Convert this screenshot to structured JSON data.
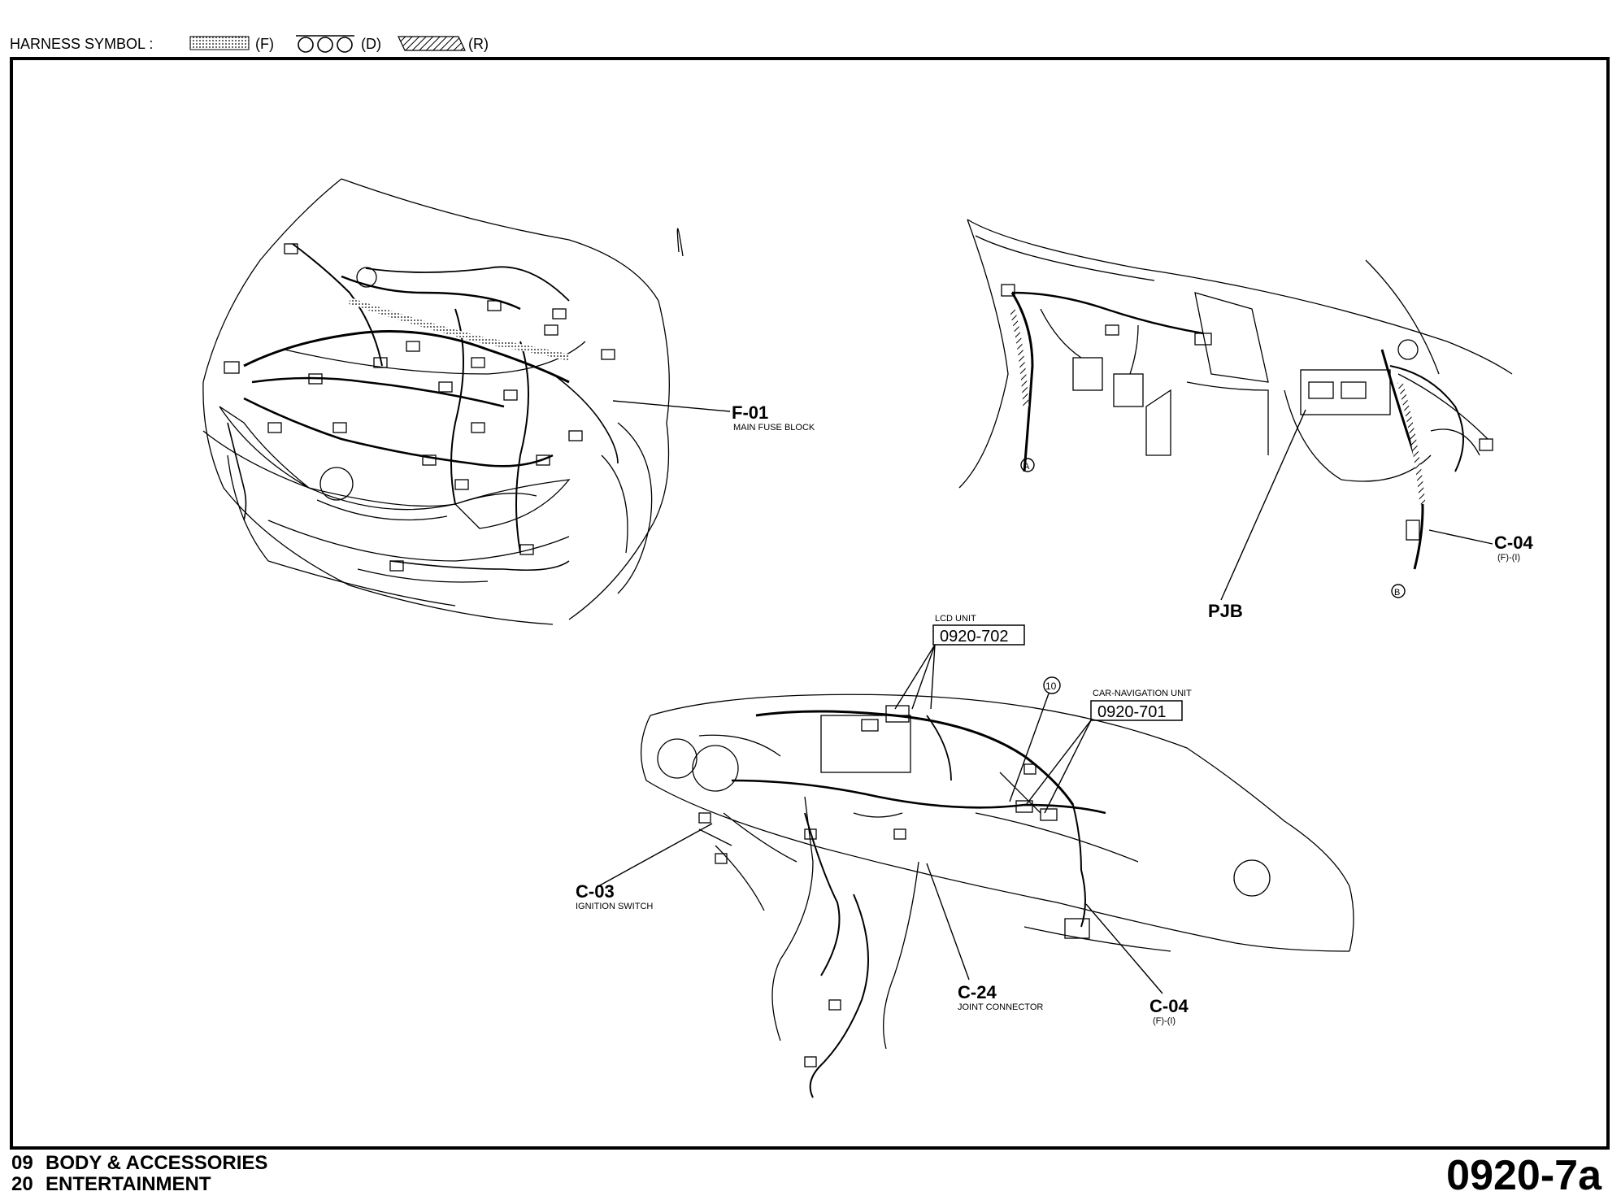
{
  "header": {
    "harness_symbol_label": "HARNESS SYMBOL :",
    "legend": [
      {
        "code": "(F)",
        "pattern": "dotted"
      },
      {
        "code": "(D)",
        "pattern": "circles"
      },
      {
        "code": "(R)",
        "pattern": "hatched"
      }
    ]
  },
  "callouts": {
    "f01": {
      "code": "F-01",
      "desc": "MAIN FUSE BLOCK"
    },
    "pjb": {
      "code": "PJB"
    },
    "c04_top": {
      "code": "C-04",
      "desc": "(F)-(I)"
    },
    "lcd": {
      "desc": "LCD UNIT",
      "ref": "0920-702"
    },
    "nav": {
      "desc": "CAR-NAVIGATION UNIT",
      "ref": "0920-701"
    },
    "c03": {
      "code": "C-03",
      "desc": "IGNITION SWITCH"
    },
    "c24": {
      "code": "C-24",
      "desc": "JOINT CONNECTOR"
    },
    "c04_bottom": {
      "code": "C-04",
      "desc": "(F)-(I)"
    },
    "marker_a": "A",
    "marker_b": "B",
    "marker_10": "10"
  },
  "footer": {
    "section_num": "09",
    "section": "BODY & ACCESSORIES",
    "subsection_num": "20",
    "subsection": "ENTERTAINMENT",
    "page_code": "0920-7a"
  },
  "colors": {
    "ink": "#000000",
    "paper": "#ffffff"
  }
}
